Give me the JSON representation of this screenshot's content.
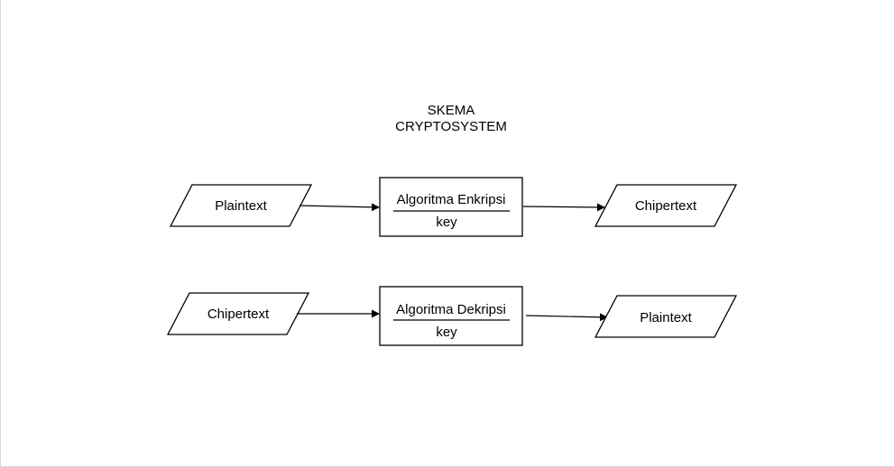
{
  "title": {
    "line1": "SKEMA",
    "line2": "CRYPTOSYSTEM"
  },
  "row1": {
    "input": "Plaintext",
    "algorithm": "Algoritma Enkripsi",
    "key": "key",
    "output": "Chipertext"
  },
  "row2": {
    "input": "Chipertext",
    "algorithm": "Algoritma Dekripsi",
    "key": "key",
    "output": "Plaintext"
  }
}
